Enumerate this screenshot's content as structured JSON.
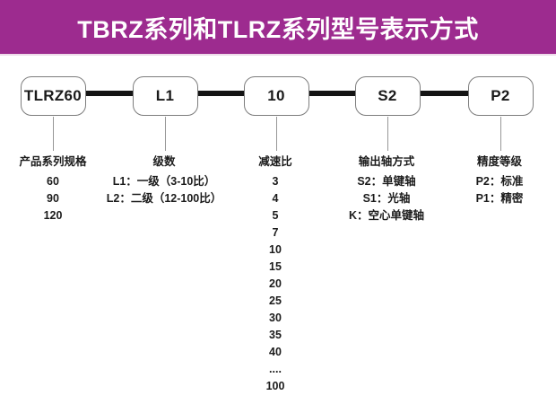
{
  "banner": {
    "title": "TBRZ系列和TLRZ系列型号表示方式",
    "bg_color": "#9D2B8F",
    "text_color": "#ffffff"
  },
  "boxes": [
    {
      "label": "TLRZ60"
    },
    {
      "label": "L1"
    },
    {
      "label": "10"
    },
    {
      "label": "S2"
    },
    {
      "label": "P2"
    }
  ],
  "columns": [
    {
      "header": "产品系列规格",
      "items": [
        "60",
        "90",
        "120"
      ]
    },
    {
      "header": "级数",
      "items": [
        "L1：一级（3-10比）",
        "L2：二级（12-100比）"
      ]
    },
    {
      "header": "减速比",
      "items": [
        "3",
        "4",
        "5",
        "7",
        "10",
        "15",
        "20",
        "25",
        "30",
        "35",
        "40",
        "....",
        "100"
      ]
    },
    {
      "header": "输出轴方式",
      "items": [
        "S2：单键轴",
        "S1：光轴",
        "K：空心单键轴"
      ]
    },
    {
      "header": "精度等级",
      "items": [
        "P2：标准",
        "P1：精密"
      ]
    }
  ]
}
